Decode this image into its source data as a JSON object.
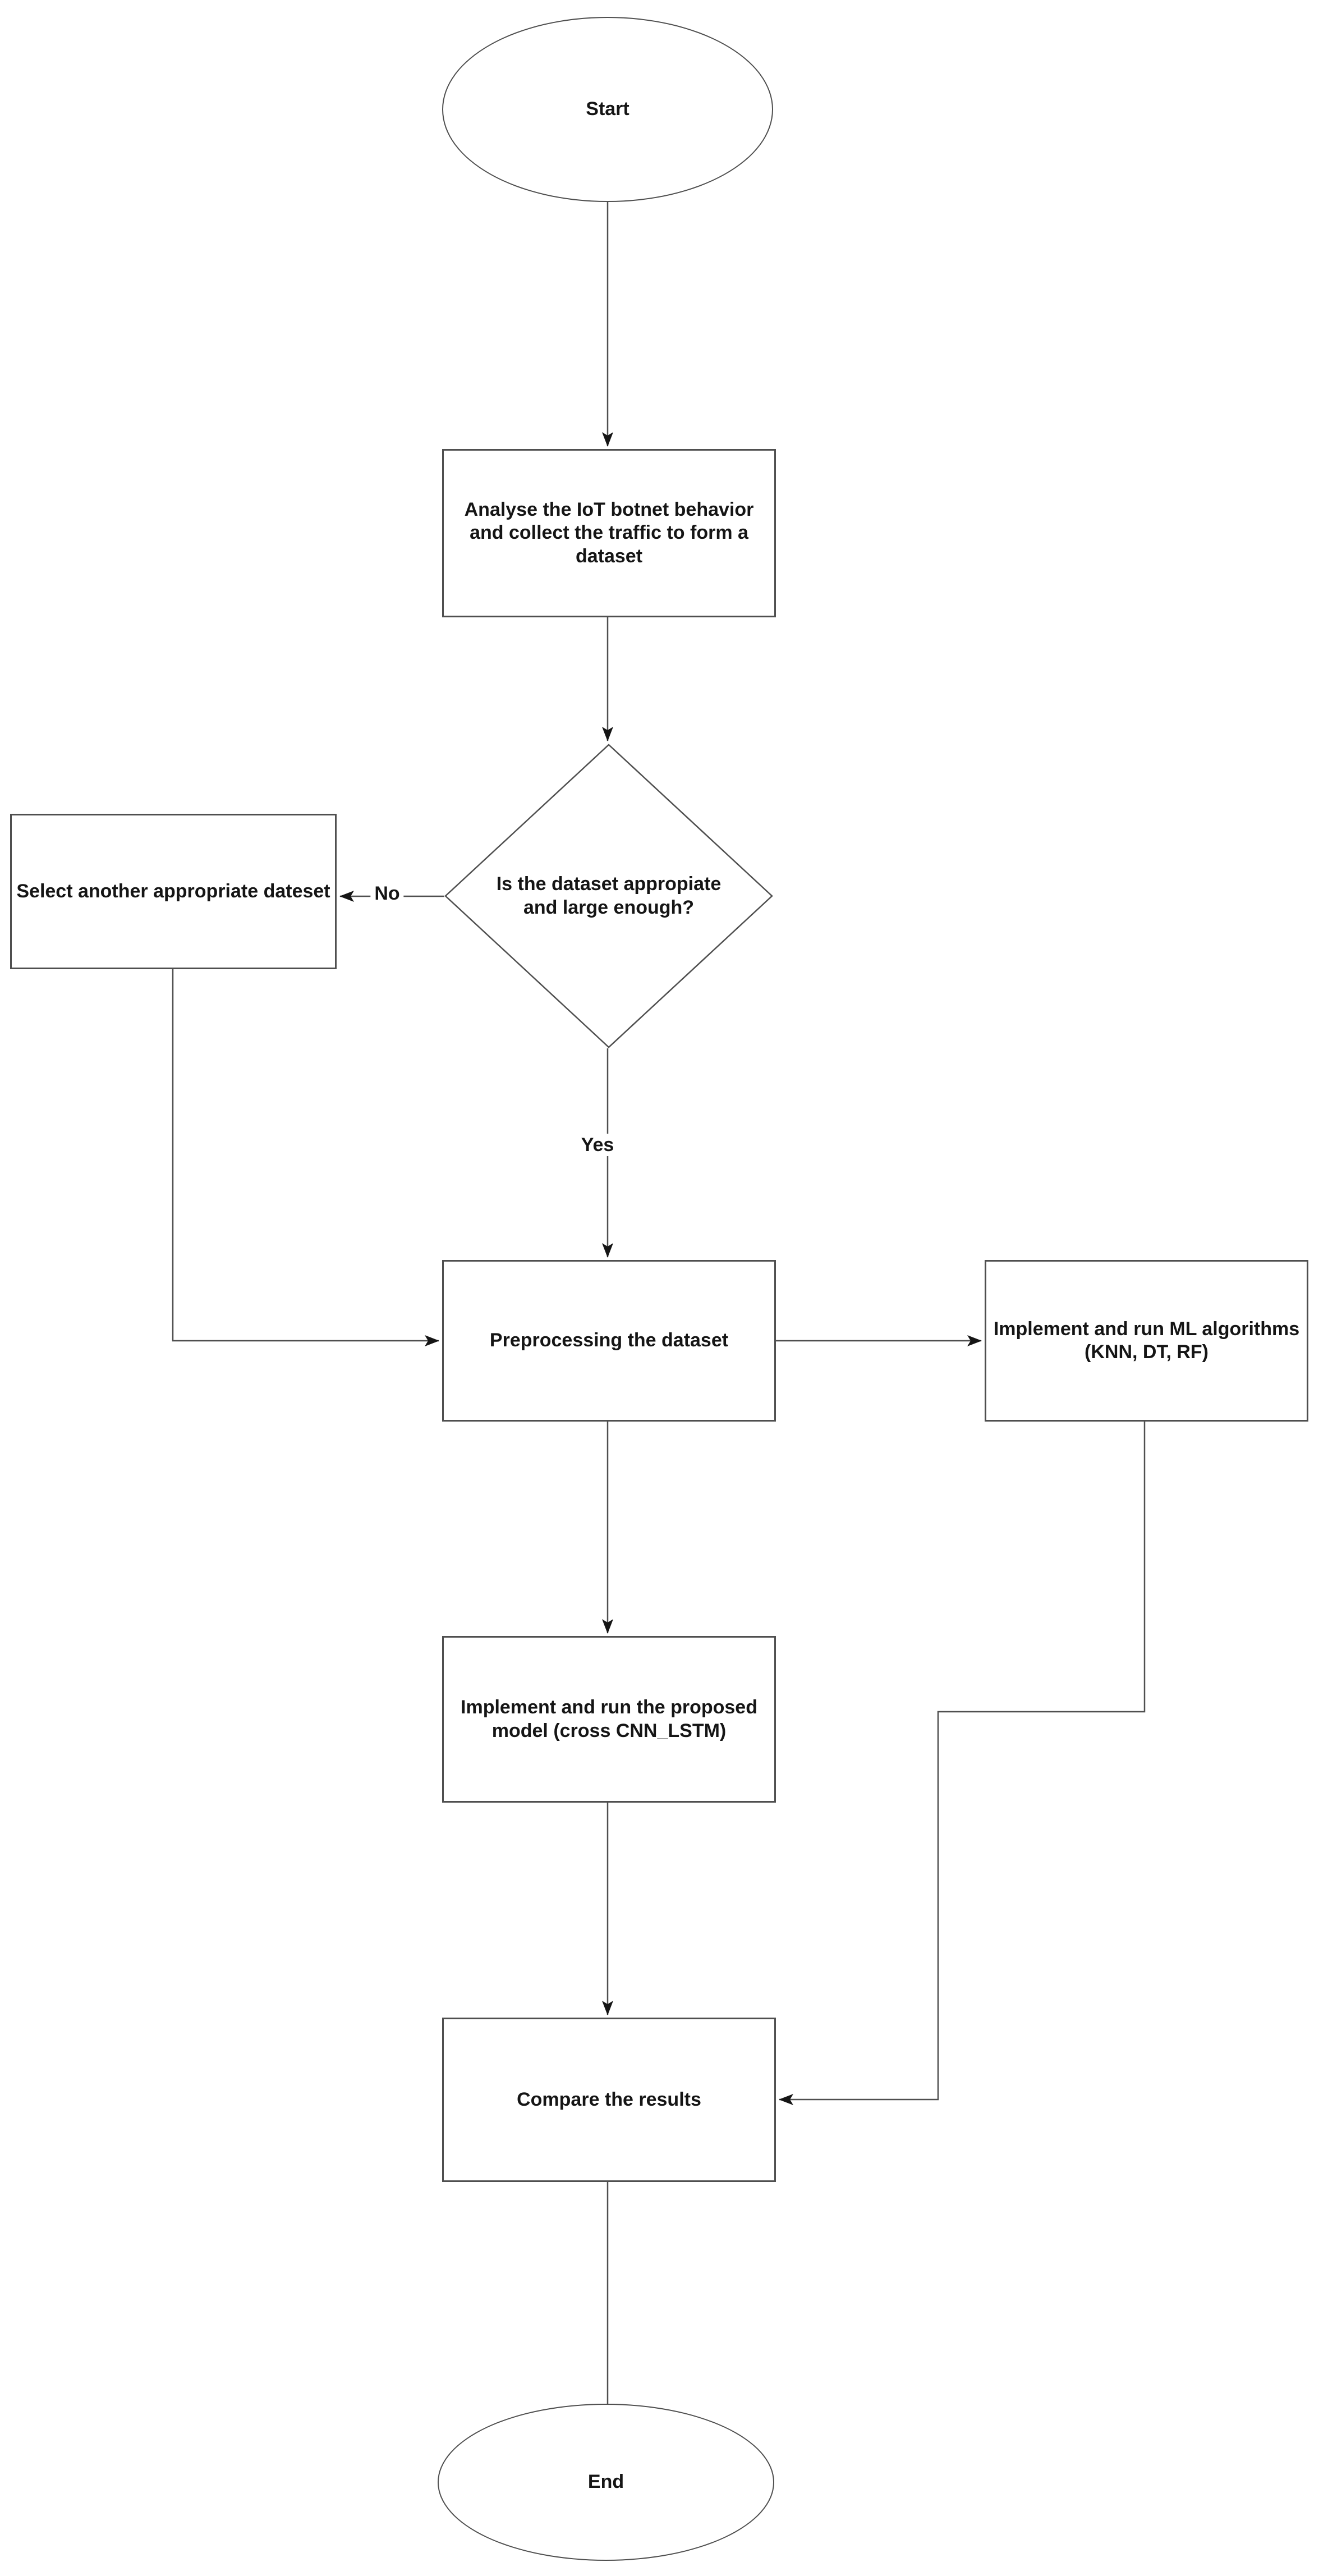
{
  "colors": {
    "background": "#ffffff",
    "shape_fill": "#ffffff",
    "shape_stroke": "#4f4f4f",
    "text": "#151515",
    "arrow": "#151515"
  },
  "nodes": {
    "start": {
      "type": "terminator",
      "label": "Start"
    },
    "analyse": {
      "type": "process",
      "label": "Analyse the IoT botnet behavior and collect the traffic to form a dataset"
    },
    "decision": {
      "type": "decision",
      "label": "Is the dataset appropiate and large enough?"
    },
    "select": {
      "type": "process",
      "label": "Select another appropriate dateset"
    },
    "preprocess": {
      "type": "process",
      "label": "Preprocessing the dataset"
    },
    "ml": {
      "type": "process",
      "label": "Implement and run ML algorithms (KNN, DT, RF)"
    },
    "model": {
      "type": "process",
      "label": "Implement and run the proposed model (cross CNN_LSTM)"
    },
    "compare": {
      "type": "process",
      "label": "Compare the results"
    },
    "end": {
      "type": "terminator",
      "label": "End"
    }
  },
  "edges": {
    "yes_label": "Yes",
    "no_label": "No"
  }
}
